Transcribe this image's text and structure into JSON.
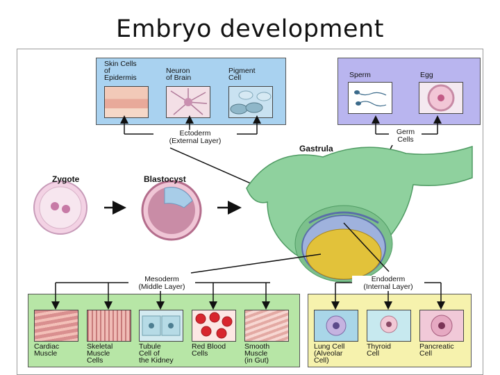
{
  "title": "Embryo development",
  "stages": {
    "zygote": "Zygote",
    "blastocyst": "Blastocyst",
    "gastrula": "Gastrula"
  },
  "ectoderm": {
    "label": "Ectoderm\n(External Layer)",
    "cells": [
      "Skin Cells\nof\nEpidermis",
      "Neuron\nof Brain",
      "Pigment\nCell"
    ]
  },
  "germ": {
    "label": "Germ\nCells",
    "cells": [
      "Sperm",
      "Egg"
    ]
  },
  "mesoderm": {
    "label": "Mesoderm\n(Middle Layer)",
    "cells": [
      "Cardiac\nMuscle",
      "Skeletal\nMuscle\nCells",
      "Tubule\nCell of\nthe Kidney",
      "Red Blood\nCells",
      "Smooth\nMuscle\n(in Gut)"
    ]
  },
  "endoderm": {
    "label": "Endoderm\n(Internal Layer)",
    "cells": [
      "Lung Cell\n(Alveolar\nCell)",
      "Thyroid\nCell",
      "Pancreatic\nCell"
    ]
  },
  "colors": {
    "ectoderm_panel": "#a9d2f0",
    "germ_panel": "#b9b5ef",
    "mesoderm_panel": "#b7e6a6",
    "endoderm_panel": "#f6f2ad",
    "gastrula_green": "#8fd19e",
    "gastrula_yellow": "#e2c23a",
    "gastrula_blue": "#9fb2dd"
  }
}
